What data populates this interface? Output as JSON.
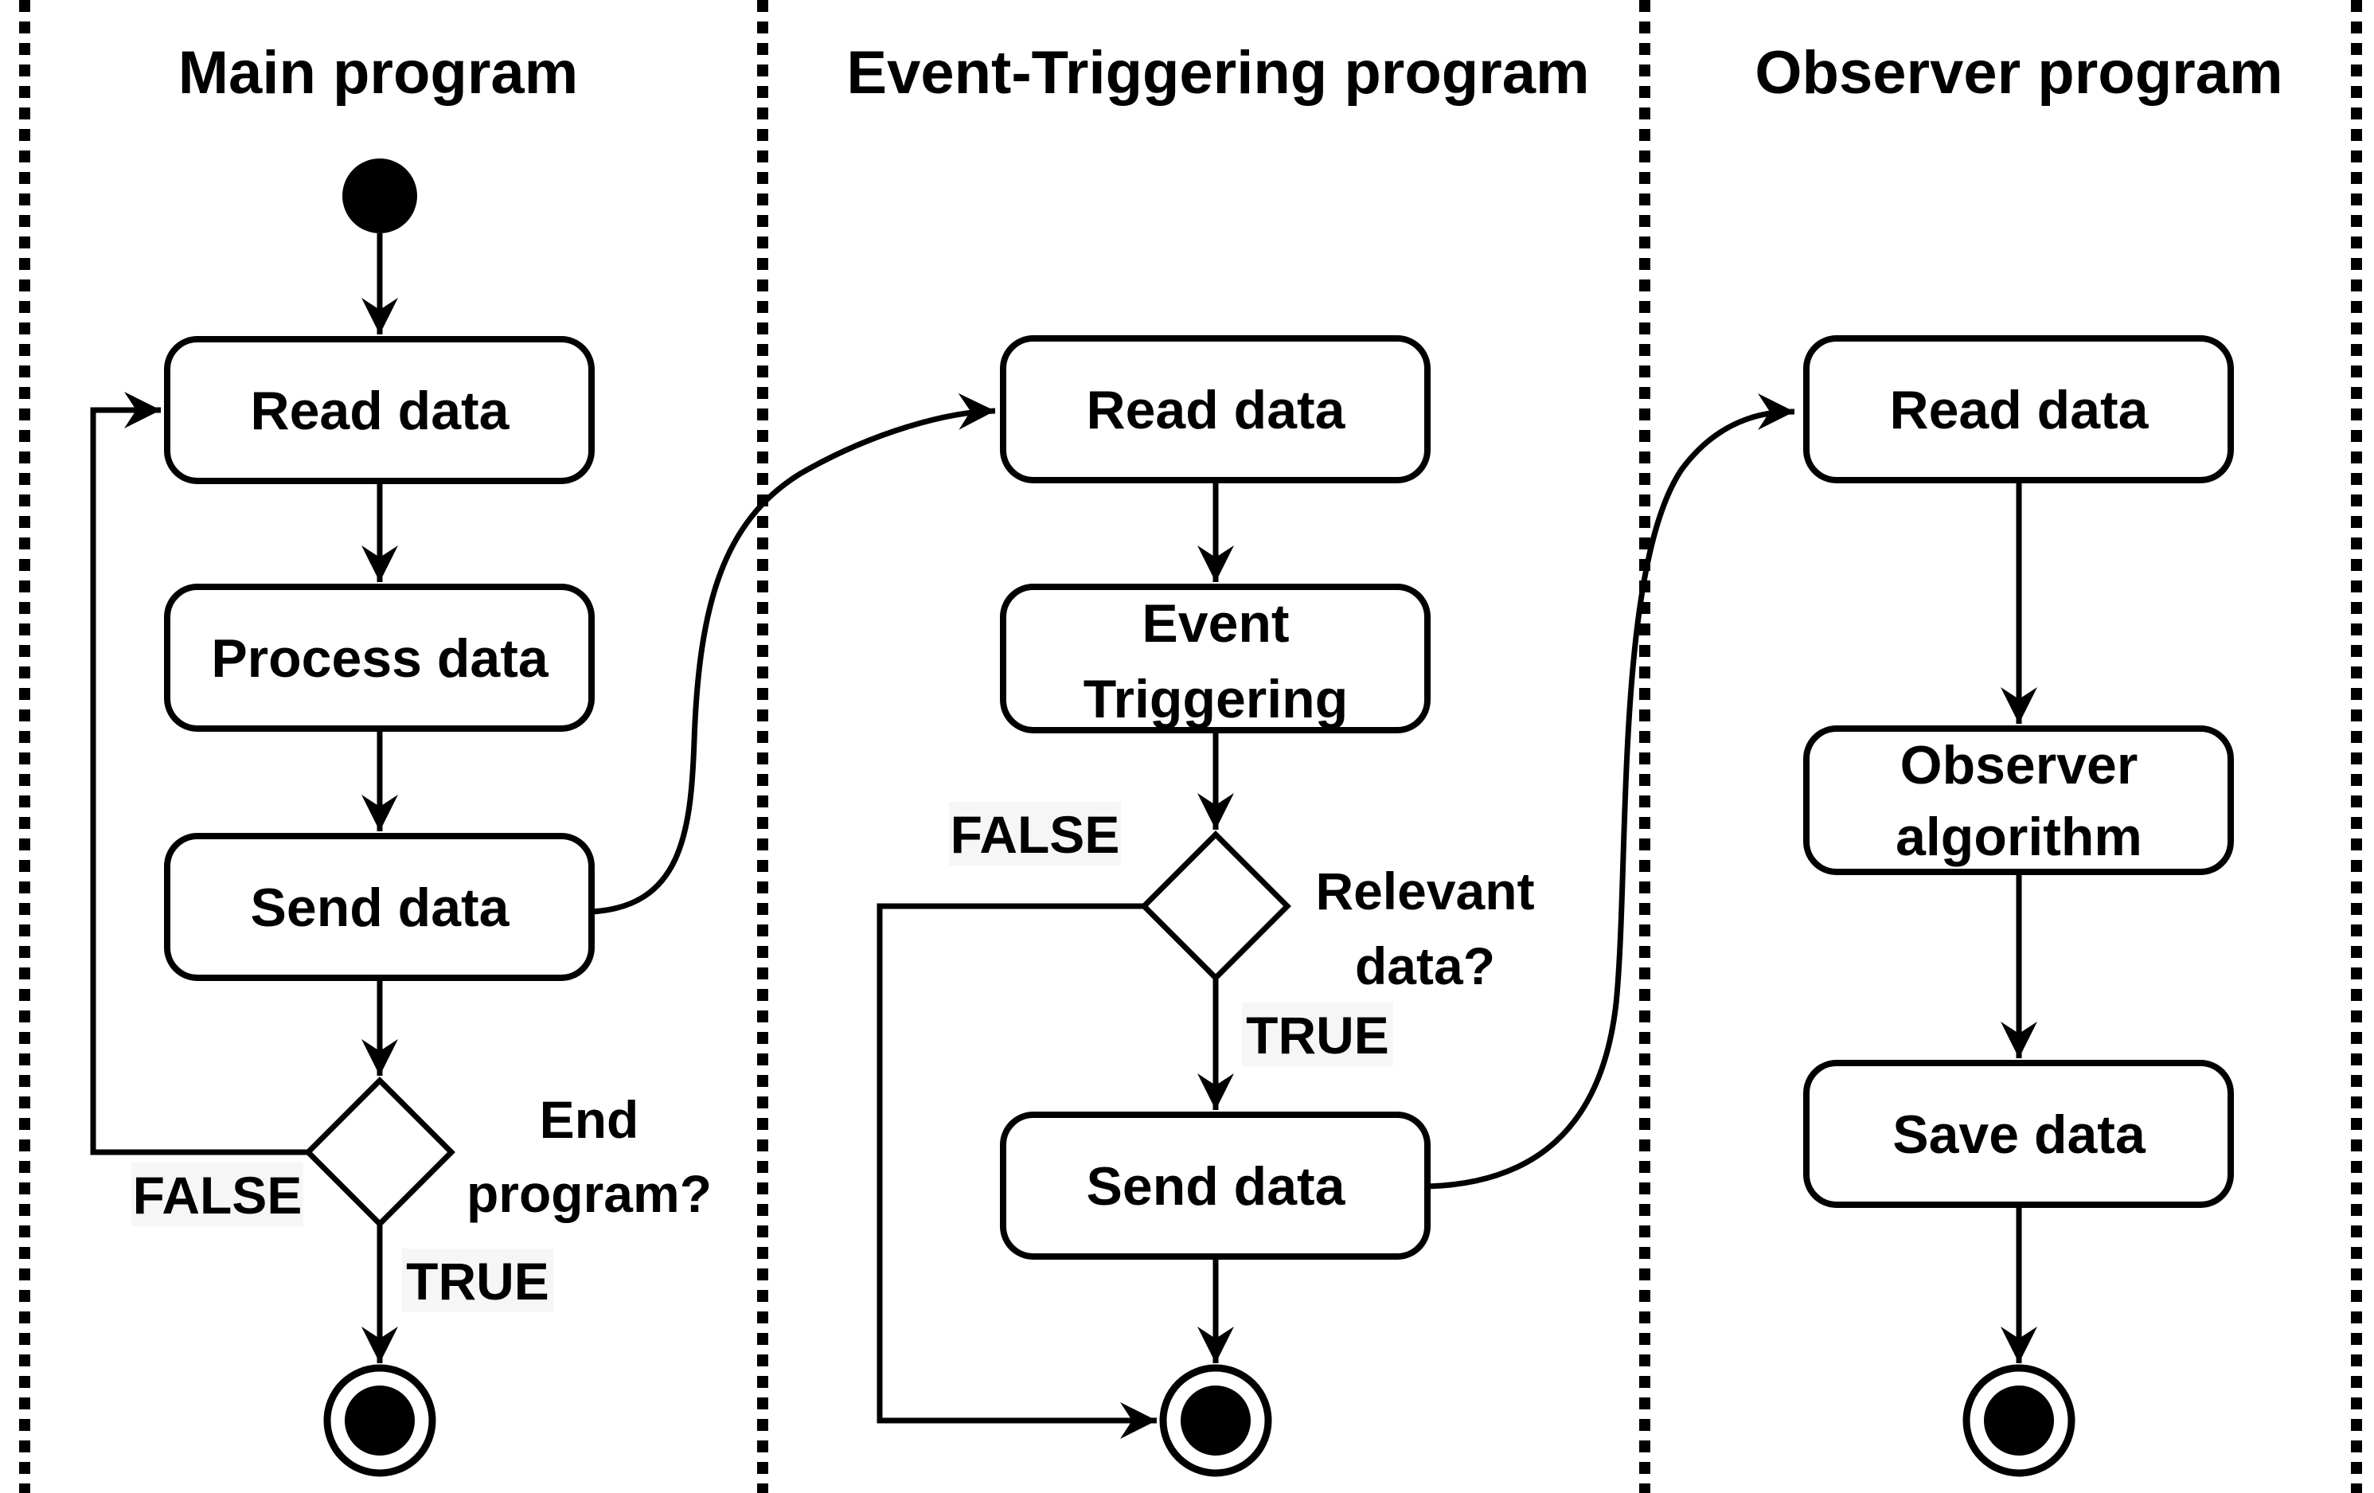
{
  "colors": {
    "ink": "#000000",
    "background": "#ffffff",
    "label_highlight": "#f6f6f6"
  },
  "lanes": [
    {
      "title": "Main program",
      "nodes": {
        "read": "Read data",
        "process": "Process data",
        "send": "Send data"
      },
      "decision": {
        "question_line1": "End",
        "question_line2": "program?",
        "false_label": "FALSE",
        "true_label": "TRUE"
      }
    },
    {
      "title": "Event-Triggering program",
      "nodes": {
        "read": "Read data",
        "event_line1": "Event",
        "event_line2": "Triggering",
        "send": "Send data"
      },
      "decision": {
        "question_line1": "Relevant",
        "question_line2": "data?",
        "false_label": "FALSE",
        "true_label": "TRUE"
      }
    },
    {
      "title": "Observer program",
      "nodes": {
        "read": "Read data",
        "observer_line1": "Observer",
        "observer_line2": "algorithm",
        "save": "Save data"
      }
    }
  ]
}
